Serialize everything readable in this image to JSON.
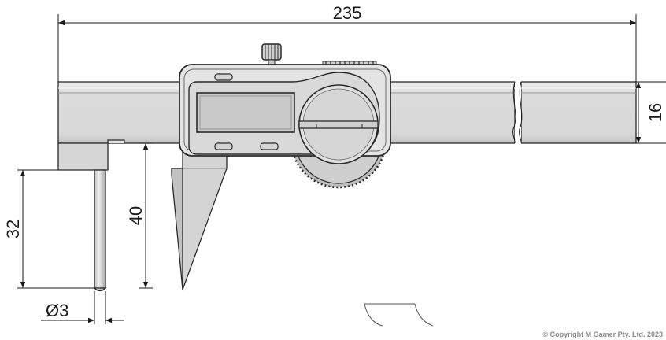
{
  "dimensions": {
    "overall_length": "235",
    "beam_height": "16",
    "fixed_jaw_depth": "32",
    "moving_jaw_depth": "40",
    "pin_diameter": "Ø3"
  },
  "copyright": "© Copyright M Gamer Pty. Ltd. 2023",
  "colors": {
    "steel_light": "#e6e6e6",
    "steel_mid": "#d2d2d2",
    "steel_dark": "#b5b5b5",
    "outline": "#2a2a2a",
    "dimension_line": "#1a1a1a"
  }
}
